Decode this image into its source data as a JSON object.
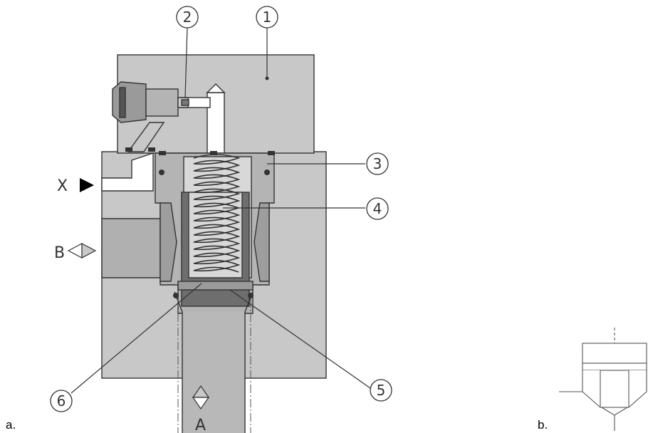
{
  "figure_a": {
    "caption": "a.",
    "callouts": [
      "1",
      "2",
      "3",
      "4",
      "5",
      "6"
    ],
    "port_labels": {
      "x": "X",
      "b": "B",
      "a": "A"
    }
  },
  "figure_b": {
    "caption": "b."
  },
  "colors": {
    "body_gray": "#c8c8c8",
    "insert_gray": "#b4b4b4",
    "spool_dark": "#6e6e6e",
    "outline": "#333333",
    "passage": "#ffffff"
  }
}
